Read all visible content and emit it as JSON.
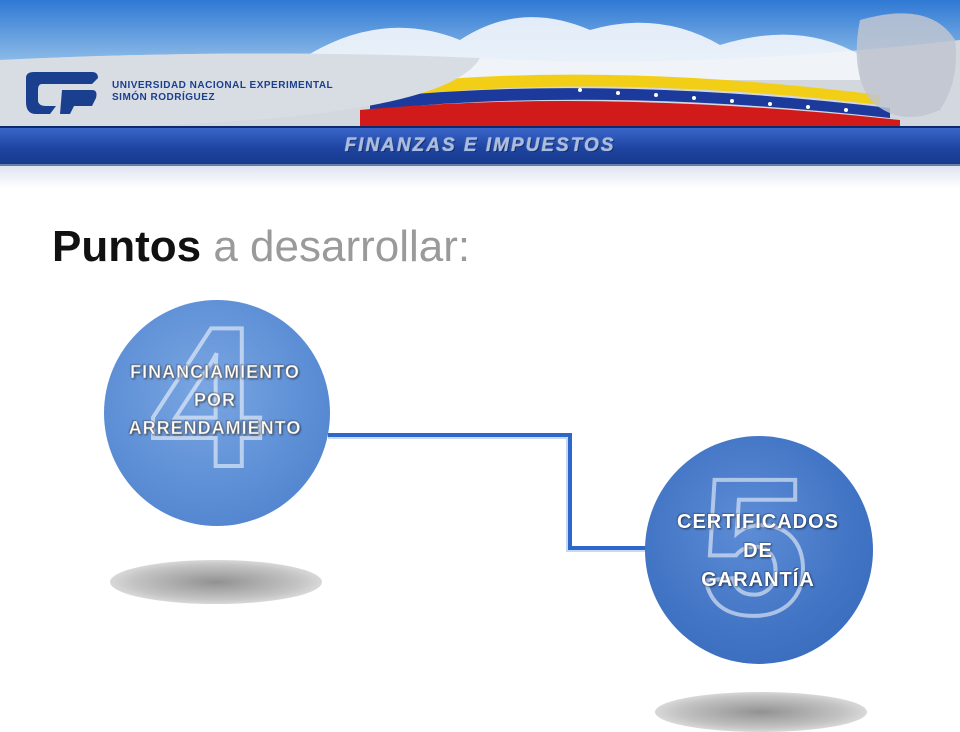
{
  "header": {
    "university_line1": "UNIVERSIDAD NACIONAL EXPERIMENTAL",
    "university_line2": "SIMÓN RODRÍGUEZ",
    "section_title": "FINANZAS E IMPUESTOS"
  },
  "slide": {
    "title_strong": "Puntos",
    "title_light": " a desarrollar:"
  },
  "points": [
    {
      "number": "4",
      "lines": [
        "FINANCIAMIENTO",
        "POR",
        "ARRENDAMIENTO"
      ]
    },
    {
      "number": "5",
      "lines": [
        "CERTIFICADOS",
        "DE",
        "GARANTÍA"
      ]
    }
  ],
  "colors": {
    "circle_blue": "#5d8fd6",
    "bar_blue": "#1f45a3",
    "title_dark": "#111111",
    "title_gray": "#9a9a9a"
  }
}
